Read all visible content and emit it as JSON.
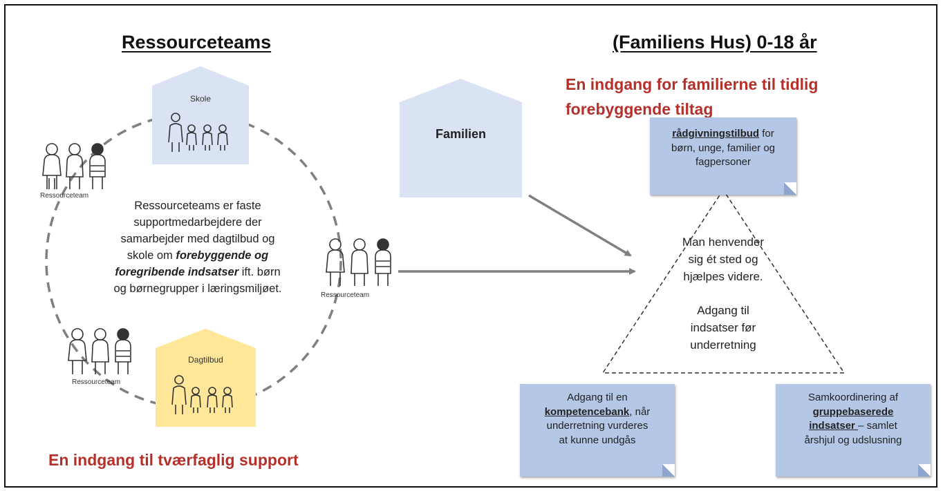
{
  "left": {
    "heading": "Ressourceteams",
    "house_school": "Skole",
    "house_daycare": "Dagtilbud",
    "team_label": "Ressourceteam",
    "center_line1": "Ressourceteams er faste",
    "center_line2": "supportmedarbejdere der",
    "center_line3": "samarbejder med dagtilbud og",
    "center_line4_pre": "skole om ",
    "center_line4_bold": "forebyggende og",
    "center_line5_bold": "foregribende indsatser",
    "center_line5_post": " ift. børn",
    "center_line6": "og børnegrupper i  læringsmiljøet.",
    "bottom_red": "En indgang til tværfaglig support"
  },
  "middle": {
    "house_family": "Familien",
    "team_label": "Ressourceteam"
  },
  "right": {
    "heading": "(Familiens Hus) 0-18 år",
    "red_line1": "En indgang for familierne til tidlig",
    "red_line2": "forebyggende tiltag",
    "note_top_bold": "rådgivningstilbud",
    "note_top_rest1": " for",
    "note_top_line2": "børn, unge, familier og",
    "note_top_line3": "fagpersoner",
    "tri_line1": "Man henvender",
    "tri_line2": "sig ét sted og",
    "tri_line3": "hjælpes videre.",
    "tri_line4": "Adgang til",
    "tri_line5": "indsatser før",
    "tri_line6": "underretning",
    "note_left_line1": "Adgang til en",
    "note_left_bold": "kompetencebank",
    "note_left_line2_post": ", når",
    "note_left_line3": "underretning vurderes",
    "note_left_line4": "at kunne undgås",
    "note_right_line1": "Samkoordinering af",
    "note_right_bold1": "gruppebaserede",
    "note_right_bold2": "indsatser ",
    "note_right_line3_post": " – samlet",
    "note_right_line4": "årshjul og udslusning"
  },
  "colors": {
    "house_blue": "#dae3f3",
    "house_yellow": "#ffe699",
    "note_blue": "#b4c7e7",
    "red": "#b5302a",
    "arrow": "#7f7f7f"
  }
}
